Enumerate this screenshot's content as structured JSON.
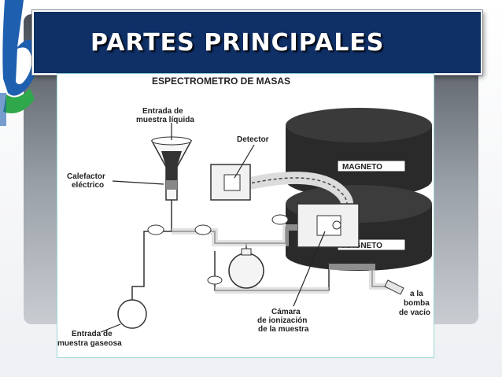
{
  "slide": {
    "title": "PARTES PRINCIPALES"
  },
  "diagram": {
    "heading": "ESPECTROMETRO DE MASAS",
    "labels": {
      "liquid_inlet_1": "Entrada de",
      "liquid_inlet_2": "muestra líquida",
      "detector": "Detector",
      "heater_1": "Calefactor",
      "heater_2": "eléctrico",
      "magnet_top": "MAGNETO",
      "magnet_bottom": "MAGNETO",
      "gas_inlet_1": "Entrada de",
      "gas_inlet_2": "muestra gaseosa",
      "chamber_1": "Cámara",
      "chamber_2": "de ionización",
      "chamber_3": "de la muestra",
      "pump_1": "a la",
      "pump_2": "bomba",
      "pump_3": "de vacío"
    }
  },
  "colors": {
    "title_bg": "#0f2f67",
    "logo_blue": "#1e5fb0",
    "logo_green": "#2ea84a",
    "magnet": "#2a2a2a"
  }
}
